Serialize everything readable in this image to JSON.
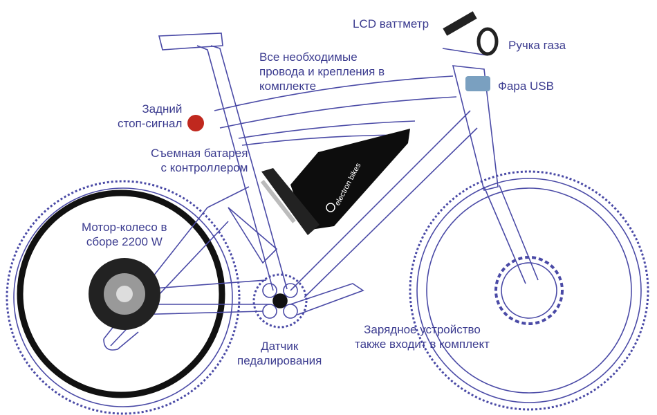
{
  "labels": {
    "lcd": "LCD ваттметр",
    "throttle": "Ручка газа",
    "wires": [
      "Все необходимые",
      "провода и крепления в",
      "комплекте"
    ],
    "headlight": "Фара USB",
    "taillight": [
      "Задний",
      "стоп-сигнал"
    ],
    "battery": [
      "Съемная батарея",
      "с контроллером"
    ],
    "motor": [
      "Мотор-колесо в",
      "сборе 2200 W"
    ],
    "sensor": [
      "Датчик",
      "педалирования"
    ],
    "charger": [
      "Зарядное устройство",
      "также входит в комплект"
    ]
  },
  "battery_logo": [
    "electron",
    "bikes"
  ],
  "colors": {
    "outline": "#4a4aa6",
    "text": "#3b3b8f",
    "battery": "#0d0d0d"
  }
}
